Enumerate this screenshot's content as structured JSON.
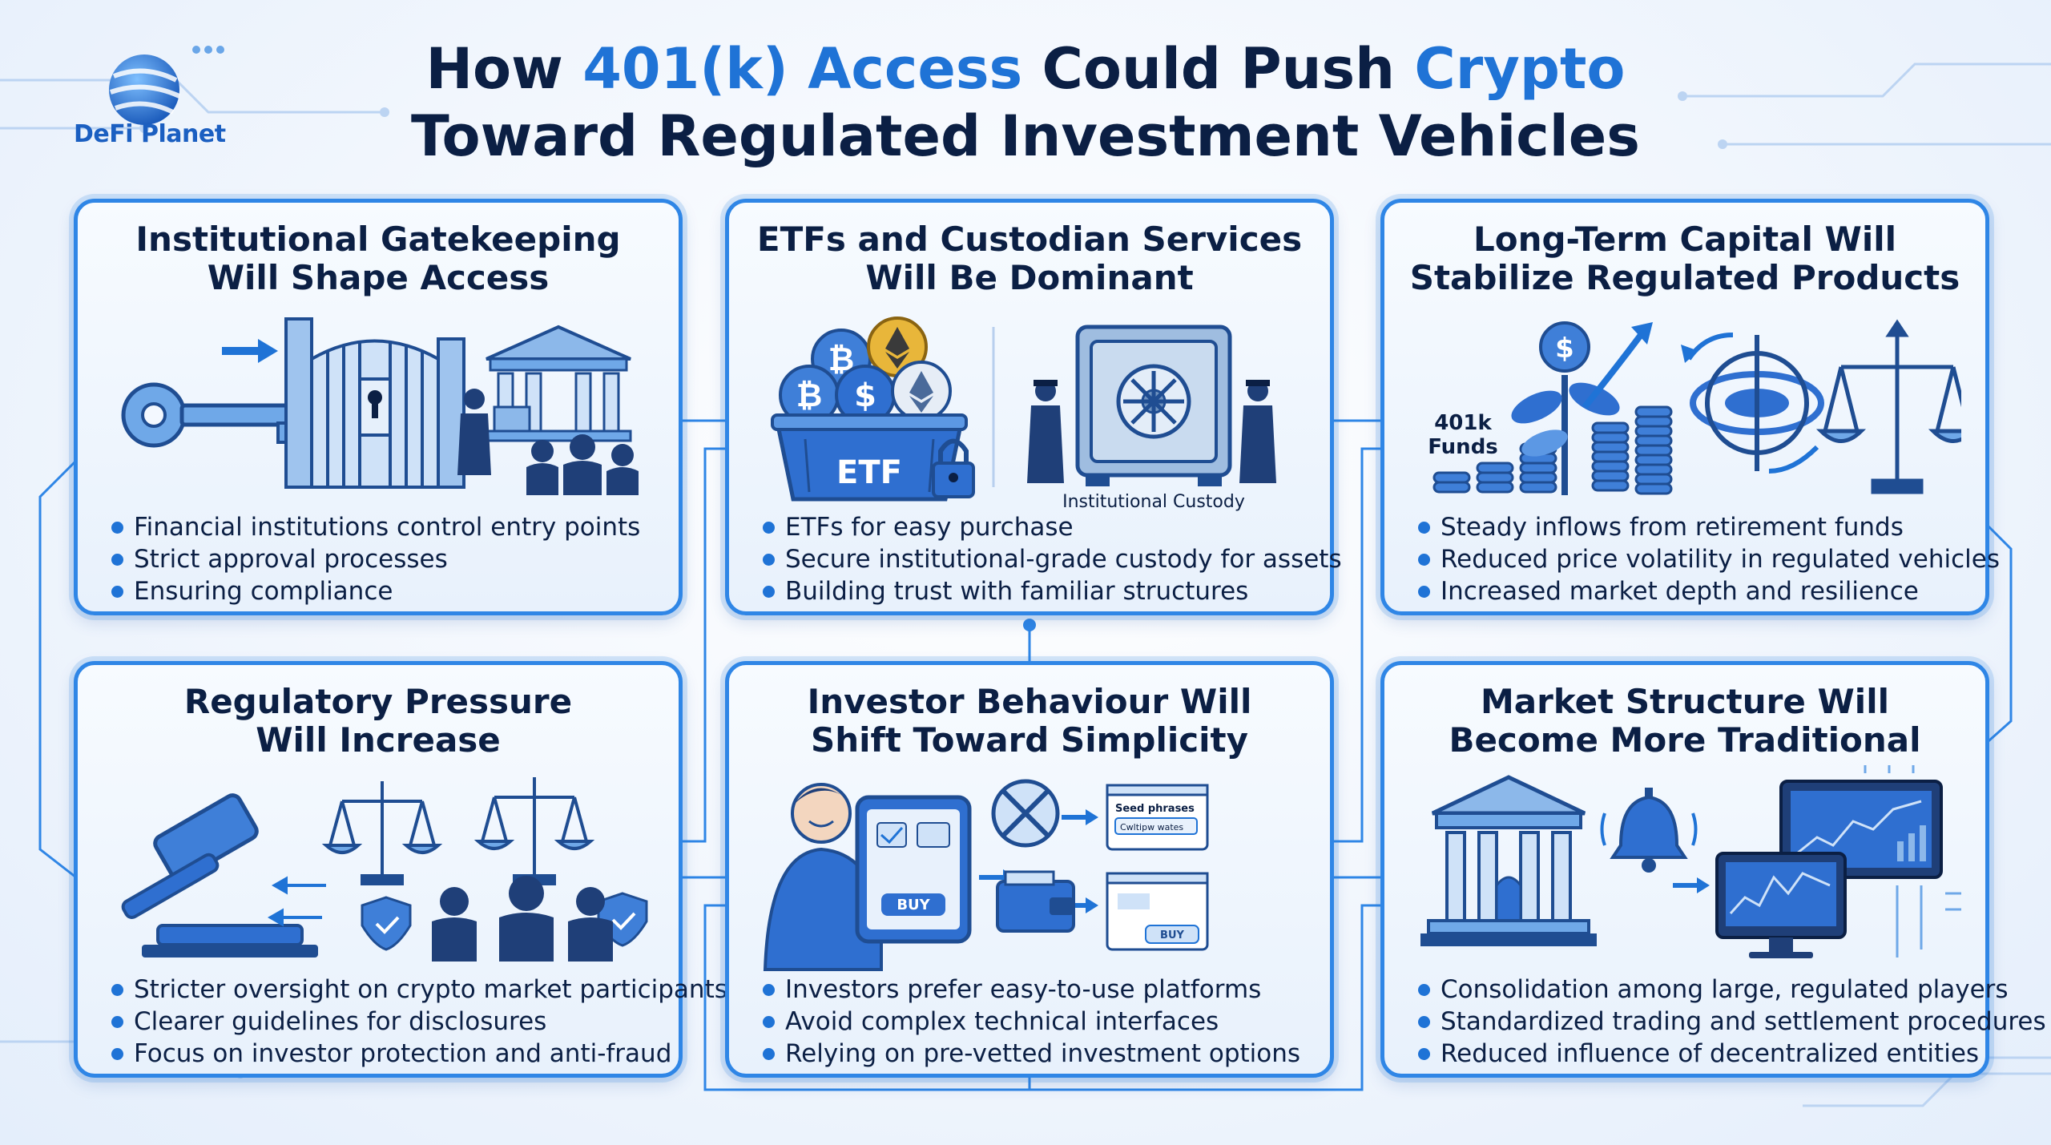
{
  "brand": {
    "logo_text": "DeFi Planet"
  },
  "title": {
    "line1_part1": "How ",
    "line1_accent1": "401(k) Access",
    "line1_part2": " Could Push ",
    "line1_accent2": "Crypto",
    "line2": "Toward Regulated Investment Vehicles"
  },
  "colors": {
    "accent": "#1f73d6",
    "border": "#2f86e6",
    "text": "#0b1f44"
  },
  "cards": [
    {
      "heading_line1": "Institutional Gatekeeping",
      "heading_line2": "Will Shape Access",
      "icons": [
        "key-icon",
        "gate-icon",
        "bank-building-icon",
        "business-people-icon"
      ],
      "bullets": [
        "Financial institutions control entry points",
        "Strict approval processes",
        "Ensuring compliance"
      ]
    },
    {
      "heading_line1": "ETFs and Custodian Services",
      "heading_line2": "Will Be Dominant",
      "icons": [
        "crypto-coins-icon",
        "etf-basket-icon",
        "padlock-icon",
        "vault-icon",
        "guard-icon"
      ],
      "basket_label": "ETF",
      "caption": "Institutional Custody",
      "bullets": [
        "ETFs for easy purchase",
        "Secure institutional-grade custody for assets",
        "Building trust with familiar structures"
      ]
    },
    {
      "heading_line1": "Long-Term Capital Will",
      "heading_line2": "Stabilize Regulated Products",
      "icons": [
        "money-plant-icon",
        "coin-stack-icon",
        "gyroscope-icon",
        "balance-scale-icon"
      ],
      "funds_label_line1": "401k",
      "funds_label_line2": "Funds",
      "bullets": [
        "Steady inflows from retirement funds",
        "Reduced price volatility in regulated vehicles",
        "Increased market depth and resilience"
      ]
    },
    {
      "heading_line1": "Regulatory Pressure",
      "heading_line2": "Will Increase",
      "icons": [
        "gavel-icon",
        "balance-scale-icon",
        "shield-check-icon",
        "officials-icon"
      ],
      "bullets": [
        "Stricter oversight on crypto market participants",
        "Clearer guidelines for disclosures",
        "Focus on investor protection and anti-fraud"
      ]
    },
    {
      "heading_line1": "Investor Behaviour Will",
      "heading_line2": "Shift Toward Simplicity",
      "icons": [
        "investor-icon",
        "tablet-icon",
        "no-complexity-icon",
        "wallet-icon",
        "app-window-icon"
      ],
      "tablet_button": "BUY",
      "window1_title": "Seed phrases",
      "window1_field": "Cwltipw wates",
      "window2_button": "BUY",
      "bullets": [
        "Investors prefer easy-to-use platforms",
        "Avoid complex technical interfaces",
        "Relying on pre-vetted investment options"
      ]
    },
    {
      "heading_line1": "Market Structure Will",
      "heading_line2": "Become More Traditional",
      "icons": [
        "bank-building-icon",
        "bell-icon",
        "trading-monitor-icon"
      ],
      "bullets": [
        "Consolidation among large, regulated players",
        "Standardized trading and settlement procedures",
        "Reduced influence of decentralized entities"
      ]
    }
  ]
}
